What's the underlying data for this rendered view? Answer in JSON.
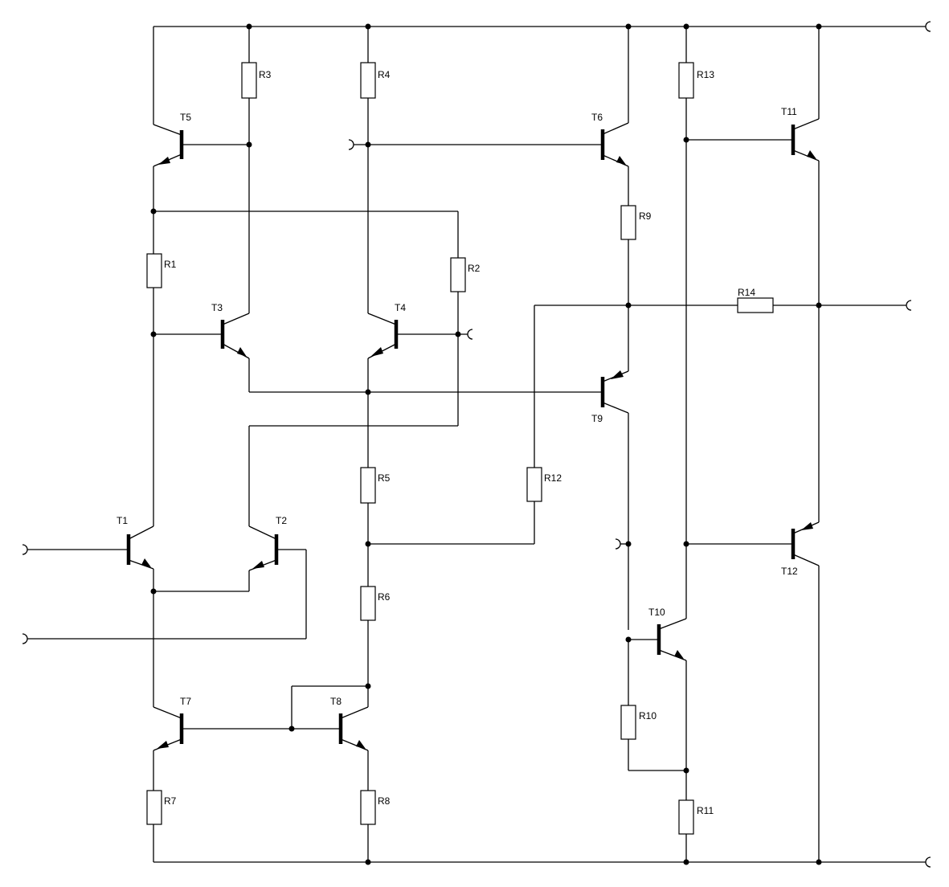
{
  "resistors": [
    {
      "id": "r1",
      "label": "R1"
    },
    {
      "id": "r2",
      "label": "R2"
    },
    {
      "id": "r3",
      "label": "R3"
    },
    {
      "id": "r4",
      "label": "R4"
    },
    {
      "id": "r5",
      "label": "R5"
    },
    {
      "id": "r6",
      "label": "R6"
    },
    {
      "id": "r7",
      "label": "R7"
    },
    {
      "id": "r8",
      "label": "R8"
    },
    {
      "id": "r9",
      "label": "R9"
    },
    {
      "id": "r10",
      "label": "R10"
    },
    {
      "id": "r11",
      "label": "R11"
    },
    {
      "id": "r12",
      "label": "R12"
    },
    {
      "id": "r13",
      "label": "R13"
    },
    {
      "id": "r14",
      "label": "R14"
    }
  ],
  "transistors": [
    {
      "id": "t1",
      "label": "T1",
      "type": "npn"
    },
    {
      "id": "t2",
      "label": "T2",
      "type": "pnp"
    },
    {
      "id": "t3",
      "label": "T3",
      "type": "npn"
    },
    {
      "id": "t4",
      "label": "T4",
      "type": "pnp"
    },
    {
      "id": "t5",
      "label": "T5",
      "type": "pnp"
    },
    {
      "id": "t6",
      "label": "T6",
      "type": "npn"
    },
    {
      "id": "t7",
      "label": "T7",
      "type": "pnp"
    },
    {
      "id": "t8",
      "label": "T8",
      "type": "npn"
    },
    {
      "id": "t9",
      "label": "T9",
      "type": "pnp"
    },
    {
      "id": "t10",
      "label": "T10",
      "type": "npn"
    },
    {
      "id": "t11",
      "label": "T11",
      "type": "npn"
    },
    {
      "id": "t12",
      "label": "T12",
      "type": "pnp"
    }
  ]
}
